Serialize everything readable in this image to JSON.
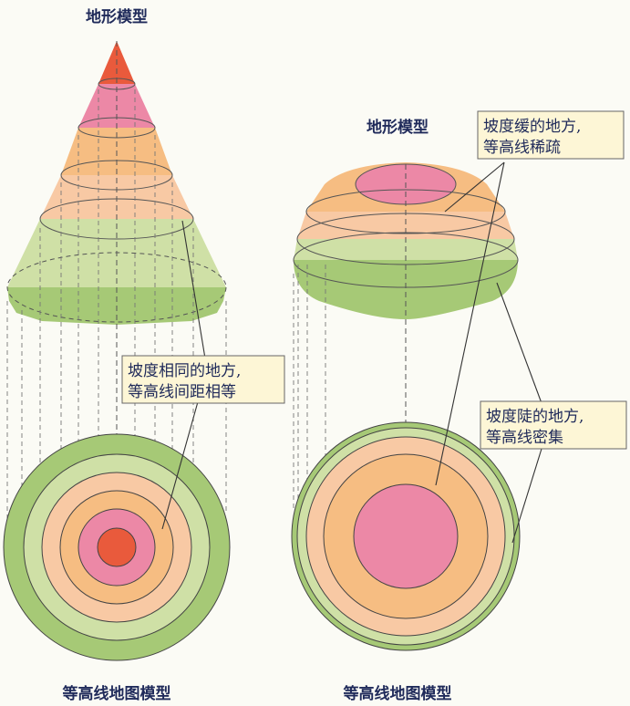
{
  "labels": {
    "left_terrain_title": "地形模型",
    "right_terrain_title": "地形模型",
    "left_map_caption": "等高线地图模型",
    "right_map_caption": "等高线地图模型"
  },
  "callouts": {
    "equal_slope": [
      "坡度相同的地方,",
      "等高线间距相等"
    ],
    "gentle_slope": [
      "坡度缓的地方,",
      "等高线稀疏"
    ],
    "steep_slope": [
      "坡度陡的地方,",
      "等高线密集"
    ]
  },
  "colors": {
    "band_top": "#e95a3c",
    "band_pink": "#ec88a6",
    "band_orange": "#f6bd82",
    "band_peach": "#f8c9a4",
    "band_lightgreen": "#cfe0a6",
    "band_green": "#a6c976",
    "callout_bg": "#fdf6d6",
    "text": "#1f2a5a"
  }
}
